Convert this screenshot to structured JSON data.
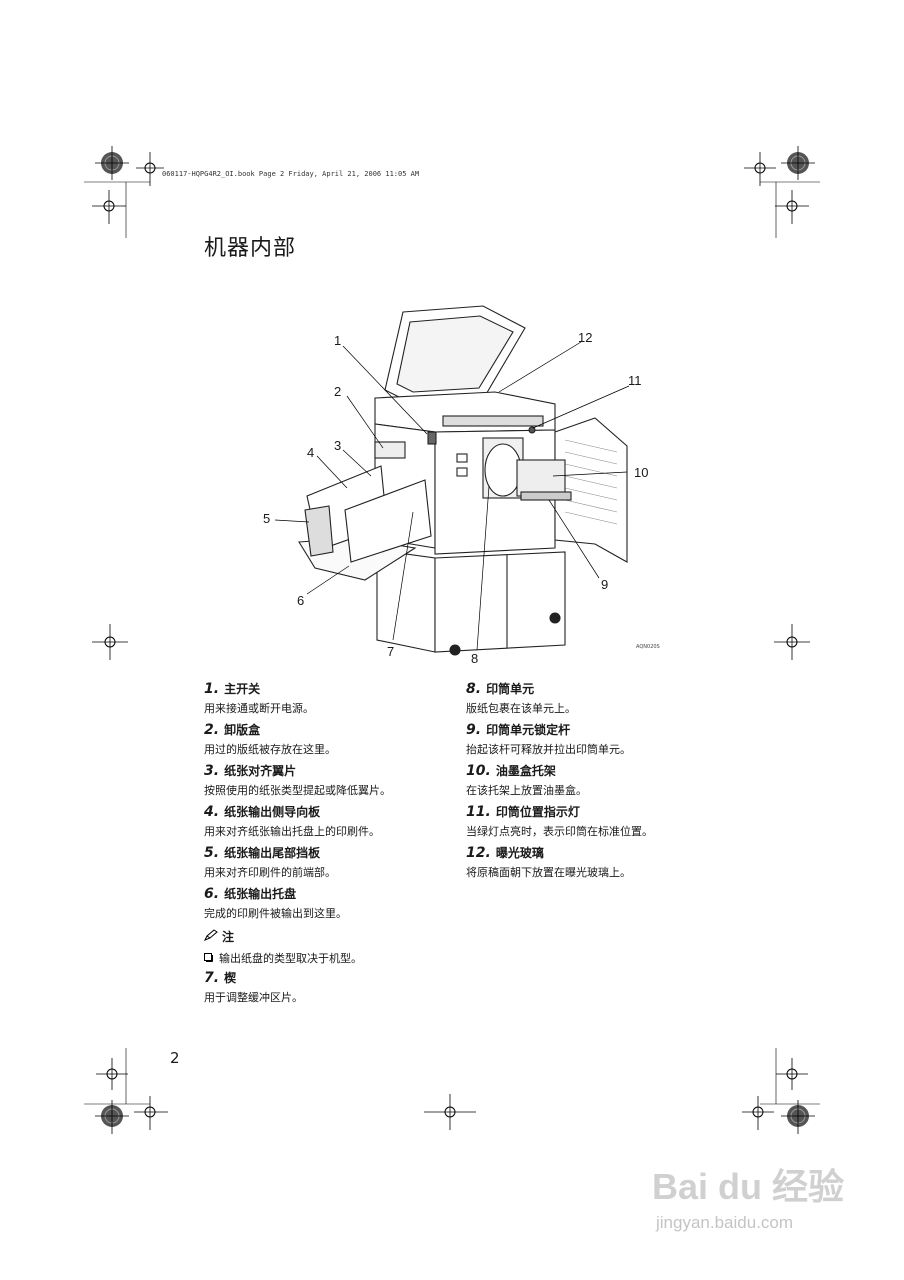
{
  "header": {
    "file_line": "060117-HQPG4R2_OI.book  Page 2  Friday, April 21, 2006  11:05 AM"
  },
  "page": {
    "title": "机器内部",
    "number": "2"
  },
  "figure": {
    "callouts": [
      "1",
      "2",
      "3",
      "4",
      "5",
      "6",
      "7",
      "8",
      "9",
      "10",
      "11",
      "12"
    ],
    "code": "AQN020S"
  },
  "items_left": [
    {
      "num": "1.",
      "title": "主开关",
      "desc": "用来接通或断开电源。"
    },
    {
      "num": "2.",
      "title": "卸版盒",
      "desc": "用过的版纸被存放在这里。"
    },
    {
      "num": "3.",
      "title": "纸张对齐翼片",
      "desc": "按照使用的纸张类型提起或降低翼片。"
    },
    {
      "num": "4.",
      "title": "纸张输出侧导向板",
      "desc": "用来对齐纸张输出托盘上的印刷件。"
    },
    {
      "num": "5.",
      "title": "纸张输出尾部挡板",
      "desc": "用来对齐印刷件的前端部。"
    },
    {
      "num": "6.",
      "title": "纸张输出托盘",
      "desc": "完成的印刷件被输出到这里。"
    }
  ],
  "note": {
    "heading": "注",
    "bullet": "输出纸盘的类型取决于机型。"
  },
  "item_7": {
    "num": "7.",
    "title": "楔",
    "desc": "用于调整缓冲区片。"
  },
  "items_right": [
    {
      "num": "8.",
      "title": "印筒单元",
      "desc": "版纸包裹在该单元上。"
    },
    {
      "num": "9.",
      "title": "印筒单元锁定杆",
      "desc": "抬起该杆可释放并拉出印筒单元。"
    },
    {
      "num": "10.",
      "title": "油墨盒托架",
      "desc": "在该托架上放置油墨盒。"
    },
    {
      "num": "11.",
      "title": "印筒位置指示灯",
      "desc": "当绿灯点亮时，表示印筒在标准位置。"
    },
    {
      "num": "12.",
      "title": "曝光玻璃",
      "desc": "将原稿面朝下放置在曝光玻璃上。"
    }
  ],
  "watermark": {
    "logo": "Bai du 经验",
    "url": "jingyan.baidu.com"
  },
  "icons": [
    "registration-mark-icon",
    "pencil-note-icon",
    "checkbox-bullet-icon"
  ]
}
